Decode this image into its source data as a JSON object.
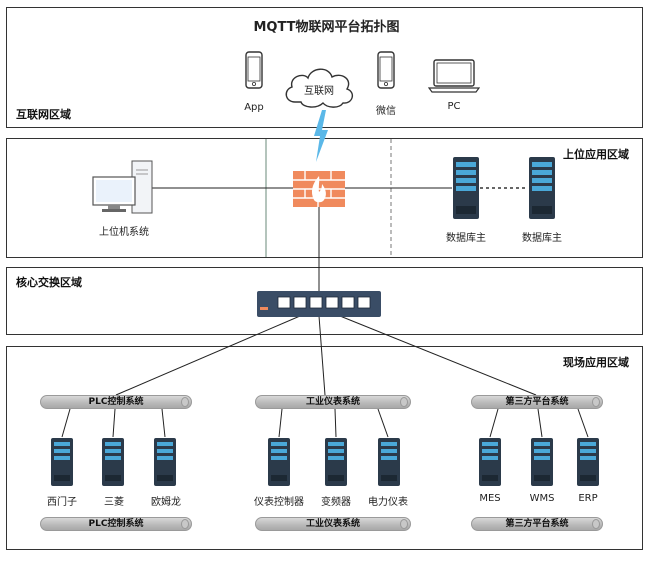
{
  "title": "MQTT物联网平台拓扑图",
  "zones": {
    "internet": "互联网区域",
    "upper": "上位应用区域",
    "core": "核心交换区域",
    "field": "现场应用区域"
  },
  "internet": {
    "cloud": "互联网",
    "app": "App",
    "wechat": "微信",
    "pc": "PC"
  },
  "upper": {
    "host": "上位机系统",
    "db1": "数据库主",
    "db2": "数据库主"
  },
  "field": {
    "groups": [
      {
        "label": "PLC控制系统",
        "bottom_label": "PLC控制系统",
        "devices": [
          "西门子",
          "三菱",
          "欧姆龙"
        ]
      },
      {
        "label": "工业仪表系统",
        "bottom_label": "工业仪表系统",
        "devices": [
          "仪表控制器",
          "变频器",
          "电力仪表"
        ]
      },
      {
        "label": "第三方平台系统",
        "bottom_label": "第三方平台系统",
        "devices": [
          "MES",
          "WMS",
          "ERP"
        ]
      }
    ]
  },
  "icons": {
    "phone": "smartphone-icon",
    "laptop": "laptop-icon",
    "cloud": "cloud-icon",
    "lightning": "lightning-icon",
    "firewall": "firewall-icon",
    "desktop": "desktop-computer-icon",
    "server": "server-icon",
    "switch": "network-switch-icon"
  },
  "colors": {
    "server_body": "#2b3a4a",
    "server_accent": "#4aa8d8",
    "firewall": "#f08a5d",
    "switch_body": "#3a4d66",
    "lightning": "#5bb8e8"
  }
}
